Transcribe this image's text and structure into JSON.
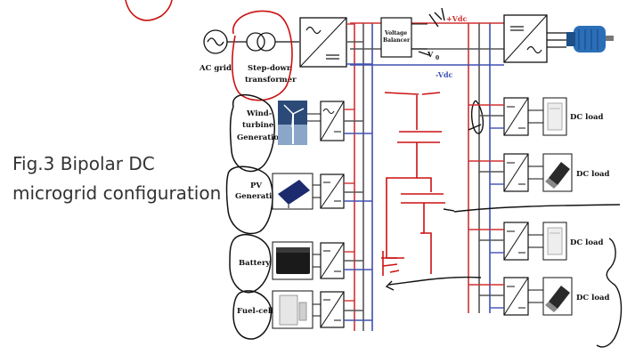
{
  "caption": {
    "line1": "Fig.3 Bipolar DC",
    "line2": "microgrid configuration"
  },
  "labels": {
    "ac_grid": "AC grid",
    "transformer_1": "Step-down",
    "transformer_2": "transformer",
    "voltage_balancer_1": "Voltage",
    "voltage_balancer_2": "Balancer",
    "vdc_pos": "+Vdc",
    "v0": "V",
    "v0_sub": "0",
    "vdc_neg": "-Vdc",
    "wind_1": "Wind-",
    "wind_2": "turbine",
    "wind_3": "Generation",
    "pv_1": "PV",
    "pv_2": "Generation",
    "battery": "Battery",
    "fuel_cell": "Fuel-cell",
    "dc_load_1": "DC load",
    "dc_load_2": "DC load",
    "dc_load_3": "DC load",
    "dc_load_4": "DC load"
  },
  "colors": {
    "positive_bus": "#d03030",
    "neutral_bus": "#555555",
    "negative_bus": "#4050b0",
    "annotation_red": "#cc1111",
    "annotation_black": "#111111"
  },
  "icons": [
    "ac-source-icon",
    "transformer-icon",
    "converter-icon",
    "motor-icon",
    "wind-turbine-icon",
    "pv-panel-icon",
    "battery-icon",
    "fuel-cell-icon",
    "dc-load-icon",
    "inductive-load-icon"
  ]
}
